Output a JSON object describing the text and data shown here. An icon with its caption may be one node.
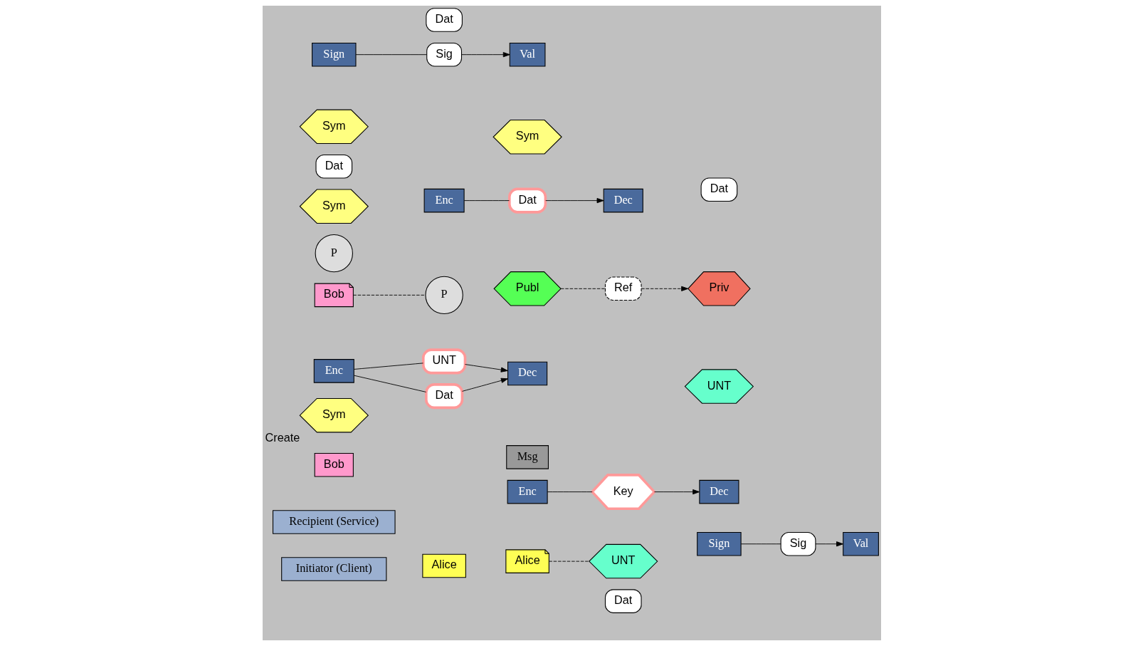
{
  "diagram": {
    "nodes": [
      {
        "text": [
          "Alice"
        ]
      },
      {
        "text": [
          "Initiator (Client)"
        ]
      },
      {
        "text": [
          "Msg"
        ]
      },
      {
        "text": [
          "Recipient (Service)"
        ]
      },
      {
        "text": [
          "Bob"
        ]
      },
      {
        "text": [
          "Alice"
        ]
      },
      {
        "text": [
          "UNT"
        ]
      },
      {
        "text": [
          "Dat"
        ]
      },
      {
        "text": [
          "Sym"
        ],
        "beside": [
          "Create"
        ]
      },
      {
        "text": [
          "Sign"
        ]
      },
      {
        "text": [
          "Enc"
        ]
      },
      {
        "text": [
          "Bob"
        ]
      },
      {
        "text": [
          "P"
        ]
      },
      {
        "text": [
          "Publ"
        ]
      },
      {
        "text": [
          "Enc"
        ]
      },
      {
        "text": [
          "Ref"
        ]
      },
      {
        "text": [
          "Key"
        ]
      },
      {
        "text": [
          "UNT"
        ]
      },
      {
        "text": [
          "Dat"
        ]
      },
      {
        "text": [
          "Sig"
        ]
      },
      {
        "text": [
          "Priv"
        ]
      },
      {
        "text": [
          "P"
        ]
      },
      {
        "text": [
          "Dec"
        ]
      },
      {
        "text": [
          "Sym"
        ]
      },
      {
        "text": [
          "Dec"
        ]
      },
      {
        "text": [
          "Val"
        ]
      },
      {
        "text": [
          "UNT"
        ]
      },
      {
        "text": [
          "Dat"
        ]
      },
      {
        "text": [
          "Sym"
        ]
      },
      {
        "text": [
          "Dat"
        ]
      },
      {
        "text": [
          "Val"
        ]
      },
      {
        "text": [
          "Dec"
        ]
      },
      {
        "text": [
          "Dat"
        ]
      },
      {
        "text": [
          "Sig"
        ]
      },
      {
        "text": [
          "Sym"
        ]
      },
      {
        "text": [
          "Enc"
        ]
      },
      {
        "text": [
          "Sign"
        ]
      },
      {
        "text": [
          "Dat"
        ]
      }
    ],
    "edges": [
      {
        "from": 5,
        "to": 6,
        "arrow": "none",
        "style": "dashed"
      },
      {
        "from": 11,
        "to": 12,
        "arrow": "none",
        "style": "dashed"
      },
      {
        "from": 13,
        "to": 15,
        "arrow": "none",
        "style": "dashed"
      },
      {
        "from": 15,
        "to": 20,
        "arrow": "to",
        "style": "dashed"
      },
      {
        "from": 14,
        "to": 16,
        "arrow": "none"
      },
      {
        "from": 16,
        "to": 22,
        "arrow": "to"
      },
      {
        "from": 10,
        "to": 17,
        "arrow": "none"
      },
      {
        "from": 17,
        "to": 24,
        "arrow": "to"
      },
      {
        "from": 10,
        "to": 18,
        "arrow": "none"
      },
      {
        "from": 18,
        "to": 24,
        "arrow": "to"
      },
      {
        "from": 9,
        "to": 19,
        "arrow": "none"
      },
      {
        "from": 19,
        "to": 25,
        "arrow": "to"
      },
      {
        "from": 35,
        "to": 32,
        "arrow": "none"
      },
      {
        "from": 32,
        "to": 31,
        "arrow": "to"
      },
      {
        "from": 36,
        "to": 33,
        "arrow": "none"
      },
      {
        "from": 33,
        "to": 30,
        "arrow": "to"
      }
    ]
  }
}
